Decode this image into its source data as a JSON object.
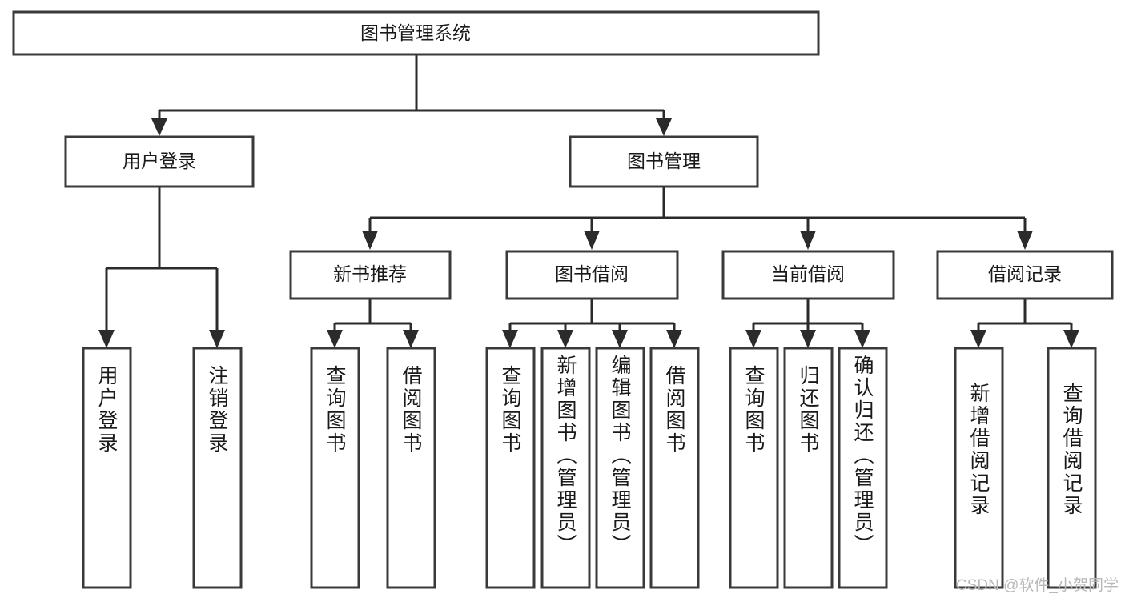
{
  "diagram": {
    "title": "图书管理系统",
    "type": "tree",
    "watermark": "CSDN @软件_小贺同学",
    "colors": {
      "box_stroke": "#3a3a3a",
      "connector": "#2b2b2b",
      "background": "#ffffff",
      "text": "#1a1a1a",
      "watermark": "#b8b8b8"
    },
    "levels": {
      "root": {
        "label": "图书管理系统"
      },
      "level2": [
        {
          "id": "user-login",
          "label": "用户登录"
        },
        {
          "id": "book-management",
          "label": "图书管理"
        }
      ],
      "level3": [
        {
          "id": "new-book-recommend",
          "label": "新书推荐",
          "parent": "book-management"
        },
        {
          "id": "book-borrow",
          "label": "图书借阅",
          "parent": "book-management"
        },
        {
          "id": "current-borrow",
          "label": "当前借阅",
          "parent": "book-management"
        },
        {
          "id": "borrow-record",
          "label": "借阅记录",
          "parent": "book-management"
        }
      ],
      "leaves": {
        "user-login": [
          {
            "id": "leaf-user-login",
            "label": "用户登录"
          },
          {
            "id": "leaf-logout",
            "label": "注销登录"
          }
        ],
        "new-book-recommend": [
          {
            "id": "leaf-query-book-1",
            "label": "查询图书"
          },
          {
            "id": "leaf-borrow-book-1",
            "label": "借阅图书"
          }
        ],
        "book-borrow": [
          {
            "id": "leaf-query-book-2",
            "label": "查询图书"
          },
          {
            "id": "leaf-add-book",
            "label": "新增图书（管理员）"
          },
          {
            "id": "leaf-edit-book",
            "label": "编辑图书（管理员）"
          },
          {
            "id": "leaf-borrow-book-2",
            "label": "借阅图书"
          }
        ],
        "current-borrow": [
          {
            "id": "leaf-query-book-3",
            "label": "查询图书"
          },
          {
            "id": "leaf-return-book",
            "label": "归还图书"
          },
          {
            "id": "leaf-confirm-return",
            "label": "确认归还（管理员）"
          }
        ],
        "borrow-record": [
          {
            "id": "leaf-add-record",
            "label": "新增借阅记录"
          },
          {
            "id": "leaf-query-record",
            "label": "查询借阅记录"
          }
        ]
      }
    }
  }
}
